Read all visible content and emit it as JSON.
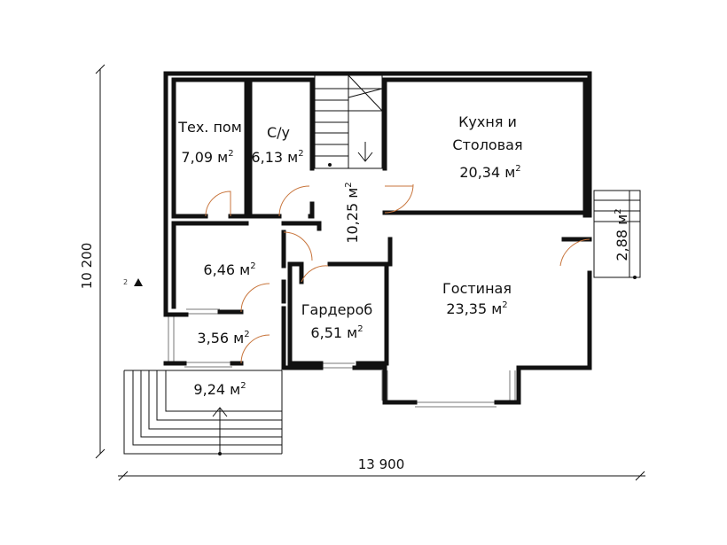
{
  "plan": {
    "rooms": [
      {
        "id": "tech",
        "name_lines": [
          "Тех. пом"
        ],
        "area": "7,09 м",
        "sup": "2"
      },
      {
        "id": "bath",
        "name_lines": [
          "С/у"
        ],
        "area": "6,13 м",
        "sup": "2"
      },
      {
        "id": "kitchen",
        "name_lines": [
          "Кухня и",
          "Столовая"
        ],
        "area": "20,34 м",
        "sup": "2"
      },
      {
        "id": "hall",
        "name_lines": [],
        "area": "10,25 м",
        "sup": "2"
      },
      {
        "id": "lobby",
        "name_lines": [],
        "area": "6,46 м",
        "sup": "2"
      },
      {
        "id": "vestibule",
        "name_lines": [],
        "area": "3,56 м",
        "sup": "2"
      },
      {
        "id": "porch",
        "name_lines": [],
        "area": "9,24 м",
        "sup": "2"
      },
      {
        "id": "wardrobe",
        "name_lines": [
          "Гардероб"
        ],
        "area": "6,51 м",
        "sup": "2"
      },
      {
        "id": "living",
        "name_lines": [
          "Гостиная"
        ],
        "area": "23,35 м",
        "sup": "2"
      },
      {
        "id": "terrace",
        "name_lines": [],
        "area": "2,88 м",
        "sup": "2"
      }
    ],
    "dimensions": {
      "width": "13 900",
      "height": "10 200"
    },
    "section_mark": {
      "number": "2"
    }
  }
}
